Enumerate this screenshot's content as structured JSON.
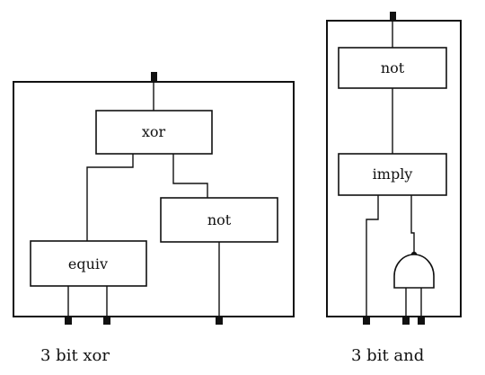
{
  "diagrams": {
    "left": {
      "caption": "3 bit xor",
      "gates": {
        "xor": "xor",
        "not": "not",
        "equiv": "equiv"
      }
    },
    "right": {
      "caption": "3 bit and",
      "gates": {
        "not": "not",
        "imply": "imply"
      }
    }
  }
}
